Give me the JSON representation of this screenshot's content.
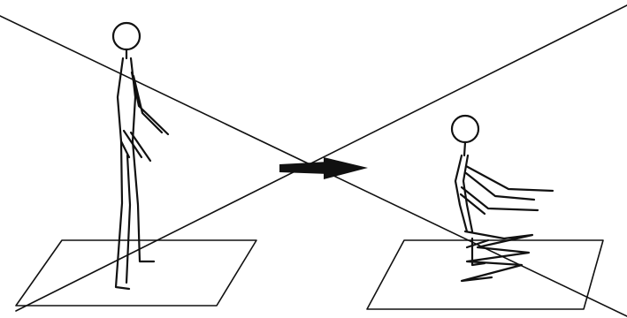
{
  "figure": {
    "description_free": true,
    "colors": {
      "stroke": "#111111",
      "background": "#ffffff"
    },
    "elements": [
      "crossing-lines",
      "standing-figure",
      "transition-arrow",
      "squatting-figure",
      "left-floor-plate",
      "right-floor-plate"
    ]
  }
}
